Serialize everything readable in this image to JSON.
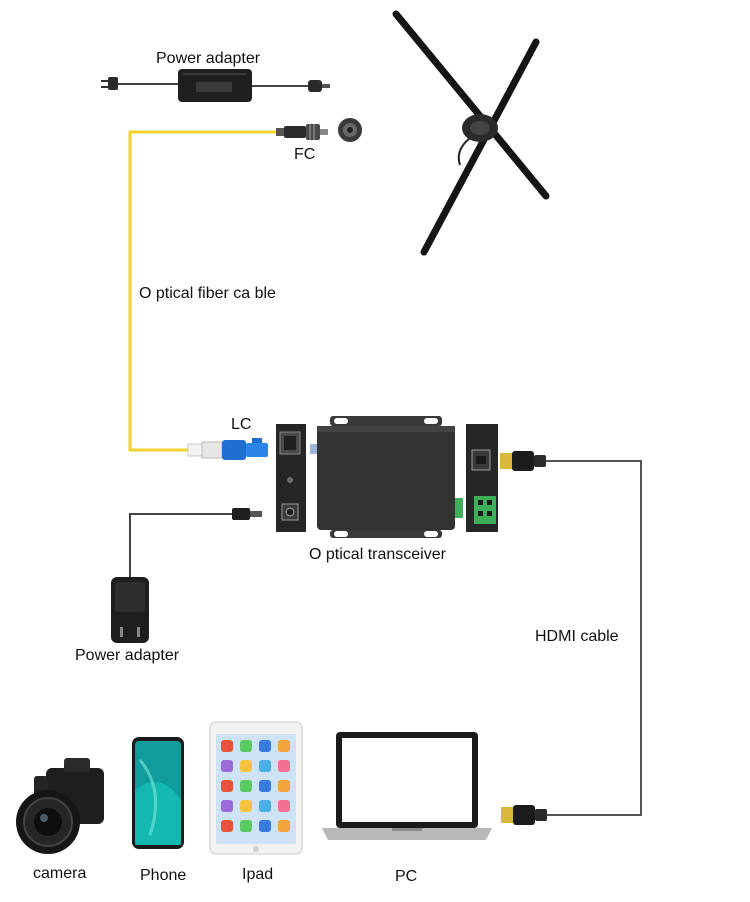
{
  "colors": {
    "fiber": "#f5d22e",
    "cable": "#555555",
    "device": "#2f2f2f",
    "background": "#ffffff"
  },
  "labels": {
    "power_adapter_top": "Power adapter",
    "fc": "FC",
    "optical_fiber_cable": "O ptical fiber ca ble",
    "lc": "LC",
    "optical_transceiver": "O ptical transceiver",
    "power_adapter_left": "Power adapter",
    "hdmi_cable": "HDMI cable",
    "camera": "camera",
    "phone": "Phone",
    "ipad": "Ipad",
    "pc": "PC"
  },
  "icons": {
    "power_adapter_top": "power-adapter-icon",
    "fc_connector": "fc-connector-icon",
    "hologram_fan": "hologram-fan-icon",
    "lc_connector": "lc-connector-icon",
    "transceiver": "optical-transceiver-icon",
    "power_adapter_left": "wall-adapter-icon",
    "hdmi_plug": "hdmi-plug-icon",
    "camera": "camera-icon",
    "phone": "phone-icon",
    "ipad": "tablet-icon",
    "pc": "laptop-icon"
  }
}
